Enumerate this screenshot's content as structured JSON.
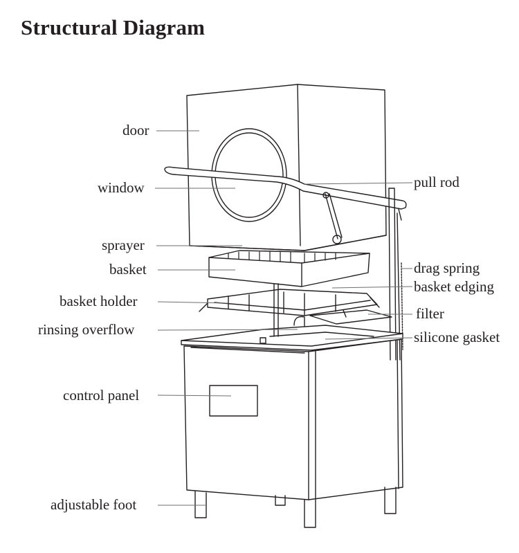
{
  "title": "Structural Diagram",
  "labels": {
    "door": "door",
    "window": "window",
    "sprayer": "sprayer",
    "basket": "basket",
    "basket_holder": "basket holder",
    "rinsing_overflow": "rinsing overflow",
    "control_panel": "control panel",
    "adjustable_foot": "adjustable foot",
    "pull_rod": "pull rod",
    "drag_spring": "drag spring",
    "basket_edging": "basket edging",
    "filter": "filter",
    "silicone_gasket": "silicone gasket"
  },
  "colors": {
    "ink": "#231f20",
    "leader": "#6d6e71"
  }
}
